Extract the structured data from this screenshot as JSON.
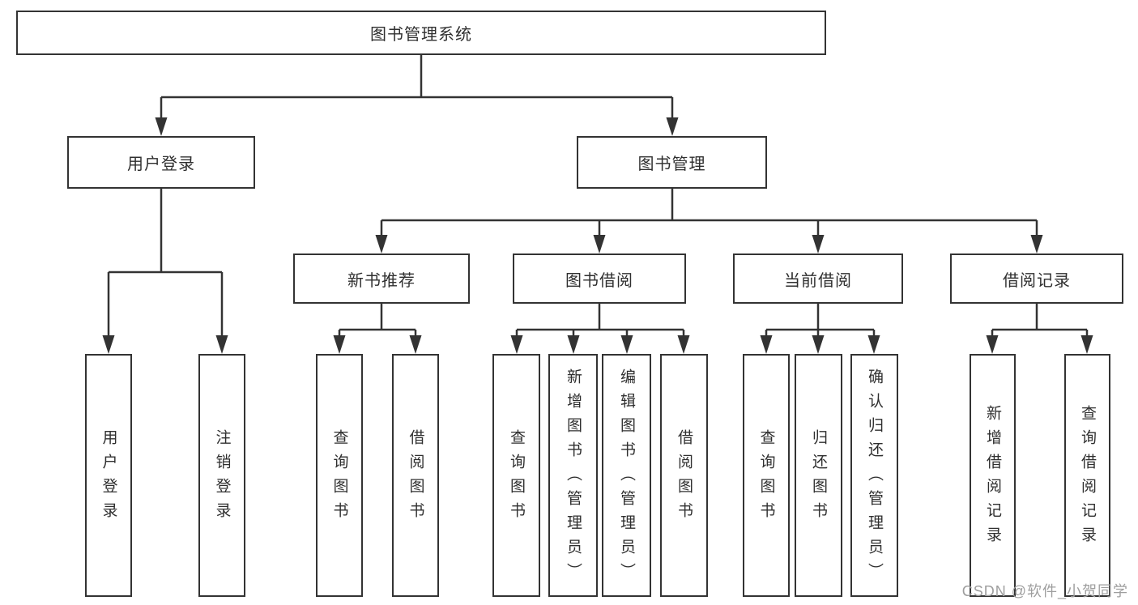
{
  "nodes": {
    "root": "图书管理系统",
    "userLogin": "用户登录",
    "bookMgmt": "图书管理",
    "newBooks": "新书推荐",
    "bookBorrow": "图书借阅",
    "currentBorrow": "当前借阅",
    "borrowRecords": "借阅记录",
    "vUserLogin": "用户登录",
    "vLogout": "注销登录",
    "vQueryBooks1": "查询图书",
    "vBorrowBooks1": "借阅图书",
    "vQueryBooks2": "查询图书",
    "vAddBooks": "新增图书（管理员）",
    "vEditBooks": "编辑图书（管理员）",
    "vBorrowBooks2": "借阅图书",
    "vQueryBooks3": "查询图书",
    "vReturnBooks": "归还图书",
    "vConfirmReturn": "确认归还（管理员）",
    "vAddRecord": "新增借阅记录",
    "vQueryRecord": "查询借阅记录"
  },
  "watermark": "CSDN @软件_小贺同学",
  "colors": {
    "line": "#333333",
    "text": "#2f2f2f",
    "watermark": "#9e9e9e",
    "background": "#ffffff"
  }
}
